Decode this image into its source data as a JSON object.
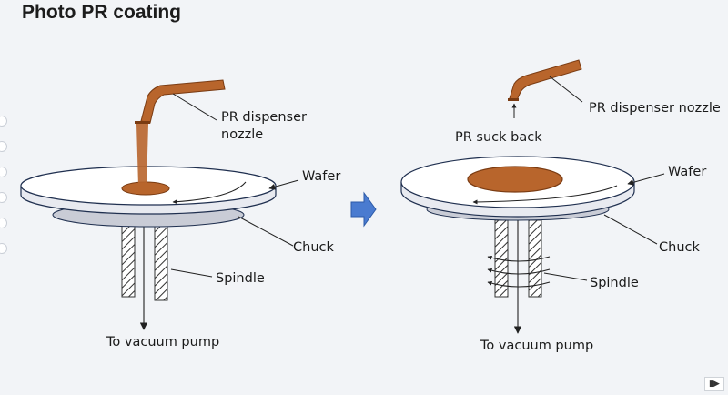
{
  "title": "Photo PR coating",
  "left": {
    "nozzle_label_1": "PR dispenser",
    "nozzle_label_2": "nozzle",
    "wafer_label": "Wafer",
    "chuck_label": "Chuck",
    "spindle_label": "Spindle",
    "vacuum_label": "To vacuum pump"
  },
  "right": {
    "nozzle_label": "PR dispenser nozzle",
    "suck_back_label": "PR suck back",
    "wafer_label": "Wafer",
    "chuck_label": "Chuck",
    "spindle_label": "Spindle",
    "vacuum_label": "To vacuum pump"
  },
  "colors": {
    "resist": "#b8652c",
    "resist_dark": "#7a3b12",
    "wafer_fill": "#ffffff",
    "wafer_stroke": "#1f2f4f",
    "chuck": "#c9ccd6",
    "arrow": "#4a7bd0"
  },
  "icons": {
    "transition": "right-arrow-icon",
    "corner": "video-camera-icon"
  }
}
